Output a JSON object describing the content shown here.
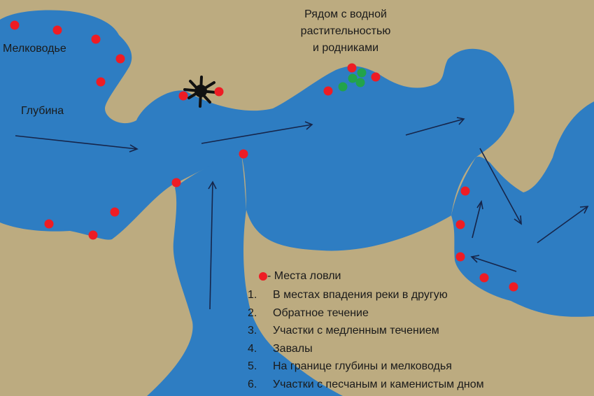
{
  "labels": {
    "shallow": "Мелководье",
    "deep": "Глубина",
    "vegetation_note": [
      "Рядом с водной",
      "растительностью",
      "и родниками"
    ]
  },
  "legend": {
    "marker_label": "- Места ловли",
    "items": [
      "В местах впадения реки в другую",
      "Обратное течение",
      "Участки с медленным течением",
      "Завалы",
      "На границе глубины и мелководья",
      "Участки с песчаным и каменистым дном"
    ]
  },
  "colors": {
    "land": "#bcab80",
    "water": "#2e7dc2",
    "fishing_spot": "#ee1c24",
    "vegetation": "#22a34a",
    "arrow": "#16254a",
    "snag": "#111111"
  },
  "icons": {
    "fishing_spot": "red-dot-icon",
    "vegetation": "green-dot-icon",
    "snag": "fallen-tree-icon"
  }
}
